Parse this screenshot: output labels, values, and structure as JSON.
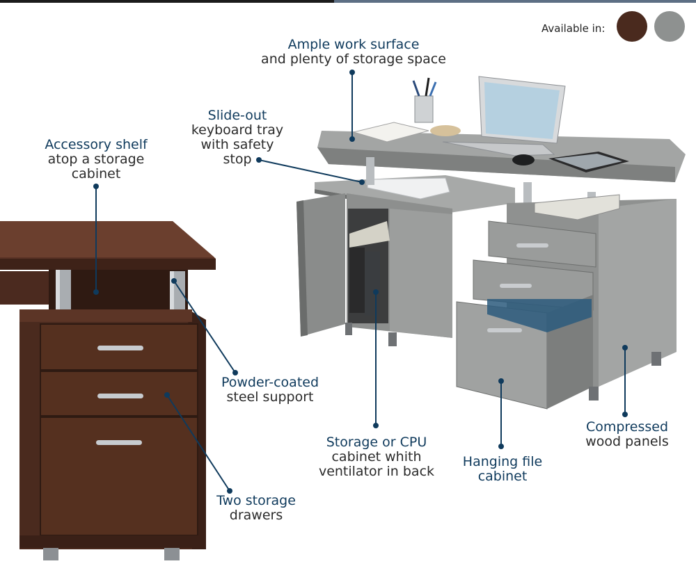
{
  "available": {
    "label": "Available in:",
    "swatches": [
      {
        "name": "espresso",
        "color": "#4a2a1e"
      },
      {
        "name": "grey",
        "color": "#8e9190"
      }
    ]
  },
  "callouts": {
    "work_surface": [
      "Ample work surface",
      "and plenty of storage space"
    ],
    "keyboard_tray": [
      "Slide-out",
      "keyboard tray",
      "with safety",
      "stop"
    ],
    "accessory_shelf": [
      "Accessory shelf",
      "atop a storage",
      "cabinet"
    ],
    "steel_support": [
      "Powder-coated",
      "steel support"
    ],
    "cpu_cabinet": [
      "Storage or CPU",
      "cabinet whith",
      "ventilator in back"
    ],
    "hanging_file": [
      "Hanging file",
      "cabinet"
    ],
    "wood_panels": [
      "Compressed",
      "wood panels"
    ],
    "storage_drawers": [
      "Two storage",
      "drawers"
    ]
  },
  "colors": {
    "callout_blue": "#0f3a5c",
    "brown_desk": "#4a2a1e",
    "grey_desk": "#9b9c9a",
    "steel": "#b8bcc0"
  }
}
